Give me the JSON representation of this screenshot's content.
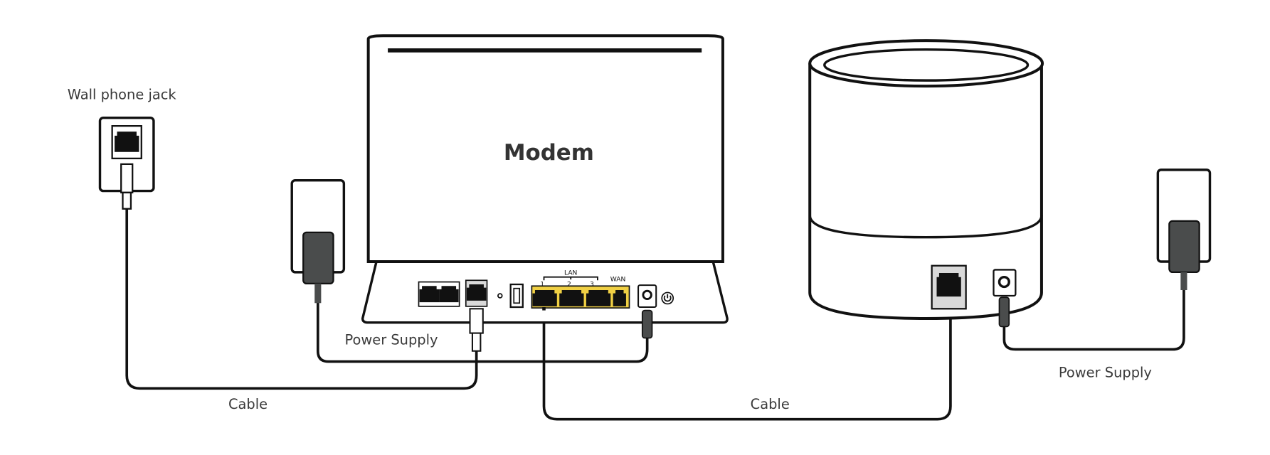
{
  "labels": {
    "wall_jack": "Wall phone jack",
    "modem": "Modem",
    "power_supply_left": "Power Supply",
    "power_supply_right": "Power Supply",
    "cable_left": "Cable",
    "cable_right": "Cable",
    "lan": "LAN",
    "lan_1": "1",
    "lan_2": "2",
    "lan_3": "3",
    "wan": "WAN"
  },
  "colors": {
    "line": "#111111",
    "lan_ports": "#f0d044",
    "adapter": "#4a4c4c",
    "phone_port_bg": "#d9d9d9"
  }
}
